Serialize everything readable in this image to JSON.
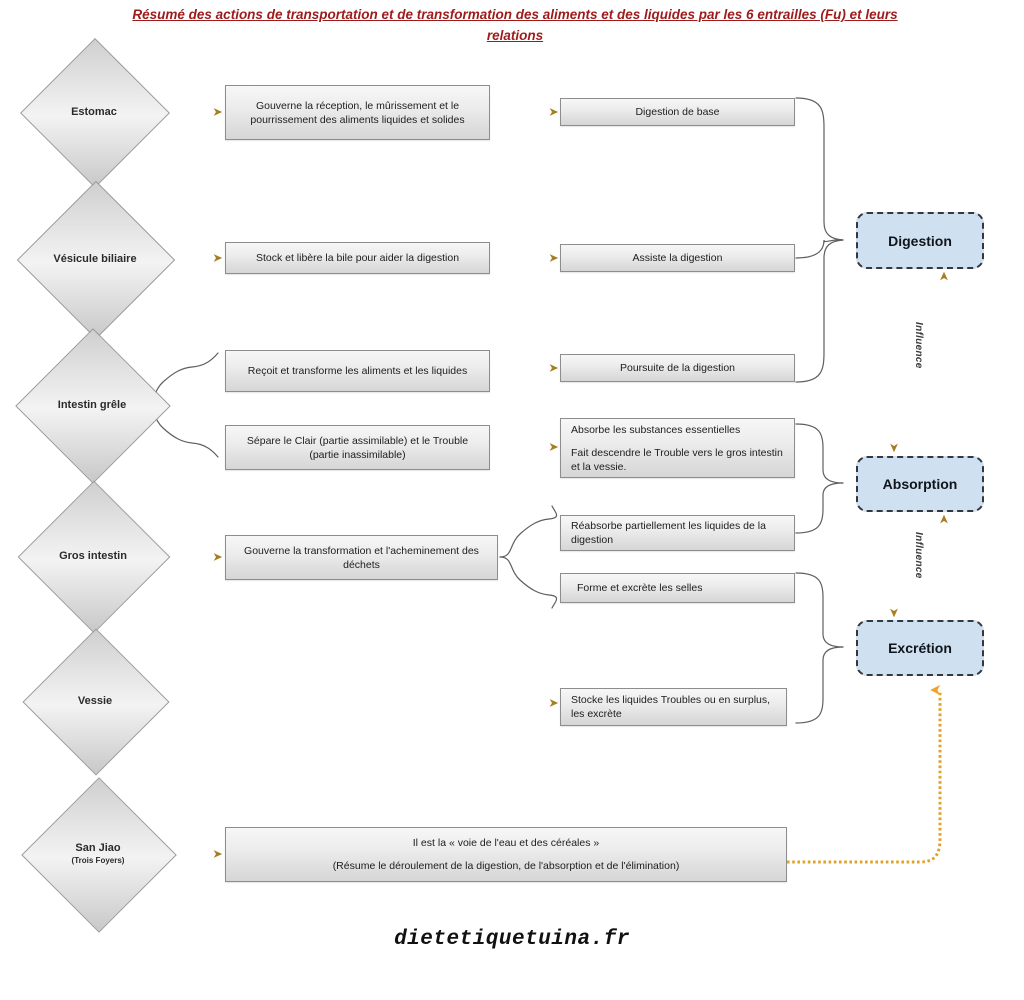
{
  "title": "Résumé des actions de transportation et de transformation des aliments et des liquides par les 6 entrailles (Fu) et leurs relations",
  "footer": "dietetiquetuina.fr",
  "colors": {
    "title": "#9e1b1b",
    "arrow": "#a87d20",
    "node_fill": "#cfe0f0",
    "node_border": "#33383f",
    "box_fill": "#ececec",
    "connector": "#555555"
  },
  "organs": [
    {
      "name": "Estomac",
      "sub": ""
    },
    {
      "name": "Vésicule biliaire",
      "sub": ""
    },
    {
      "name": "Intestin grêle",
      "sub": ""
    },
    {
      "name": "Gros intestin",
      "sub": ""
    },
    {
      "name": "Vessie",
      "sub": ""
    },
    {
      "name": "San Jiao",
      "sub": "(Trois Foyers)"
    }
  ],
  "actions": {
    "estomac": "Gouverne la réception, le mûrissement et le pourrissement des aliments liquides et solides",
    "vesicule": "Stock et libère la bile pour aider la digestion",
    "intestin_grele_1": "Reçoit et transforme les aliments et les liquides",
    "intestin_grele_2": "Sépare le Clair (partie assimilable) et le Trouble (partie inassimilable)",
    "gros_intestin": "Gouverne la transformation et l'acheminement des déchets",
    "vessie": "Stocke les liquides Troubles ou en surplus, les excrète",
    "san_jiao_l1": "Il est la « voie de l'eau et des céréales »",
    "san_jiao_l2": "(Résume le déroulement de la digestion, de l'absorption et de l'élimination)"
  },
  "results": {
    "digestion_base": "Digestion de base",
    "assiste": "Assiste la digestion",
    "poursuite": "Poursuite de la digestion",
    "absorbe_l1": "Absorbe les substances essentielles",
    "absorbe_l2": "Fait descendre le Trouble vers le gros intestin et la vessie.",
    "reabsorbe": "Réabsorbe partiellement les liquides de la digestion",
    "selles": "Forme et excrète les selles"
  },
  "functions": [
    {
      "label": "Digestion"
    },
    {
      "label": "Absorption"
    },
    {
      "label": "Excrétion"
    }
  ],
  "influence": {
    "upper": "Influence",
    "lower": "Influence"
  }
}
